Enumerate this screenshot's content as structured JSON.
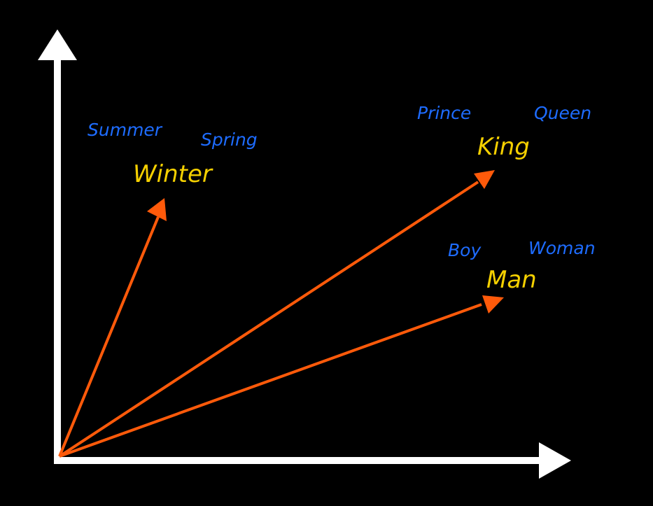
{
  "colors": {
    "background": "#000000",
    "axis": "#ffffff",
    "vector": "#ff5a0a",
    "key_word": "#f5d000",
    "related_word": "#1e6cff"
  },
  "key_words": {
    "winter": "Winter",
    "king": "King",
    "man": "Man"
  },
  "related_words": {
    "summer": "Summer",
    "spring": "Spring",
    "prince": "Prince",
    "queen": "Queen",
    "boy": "Boy",
    "woman": "Woman"
  }
}
